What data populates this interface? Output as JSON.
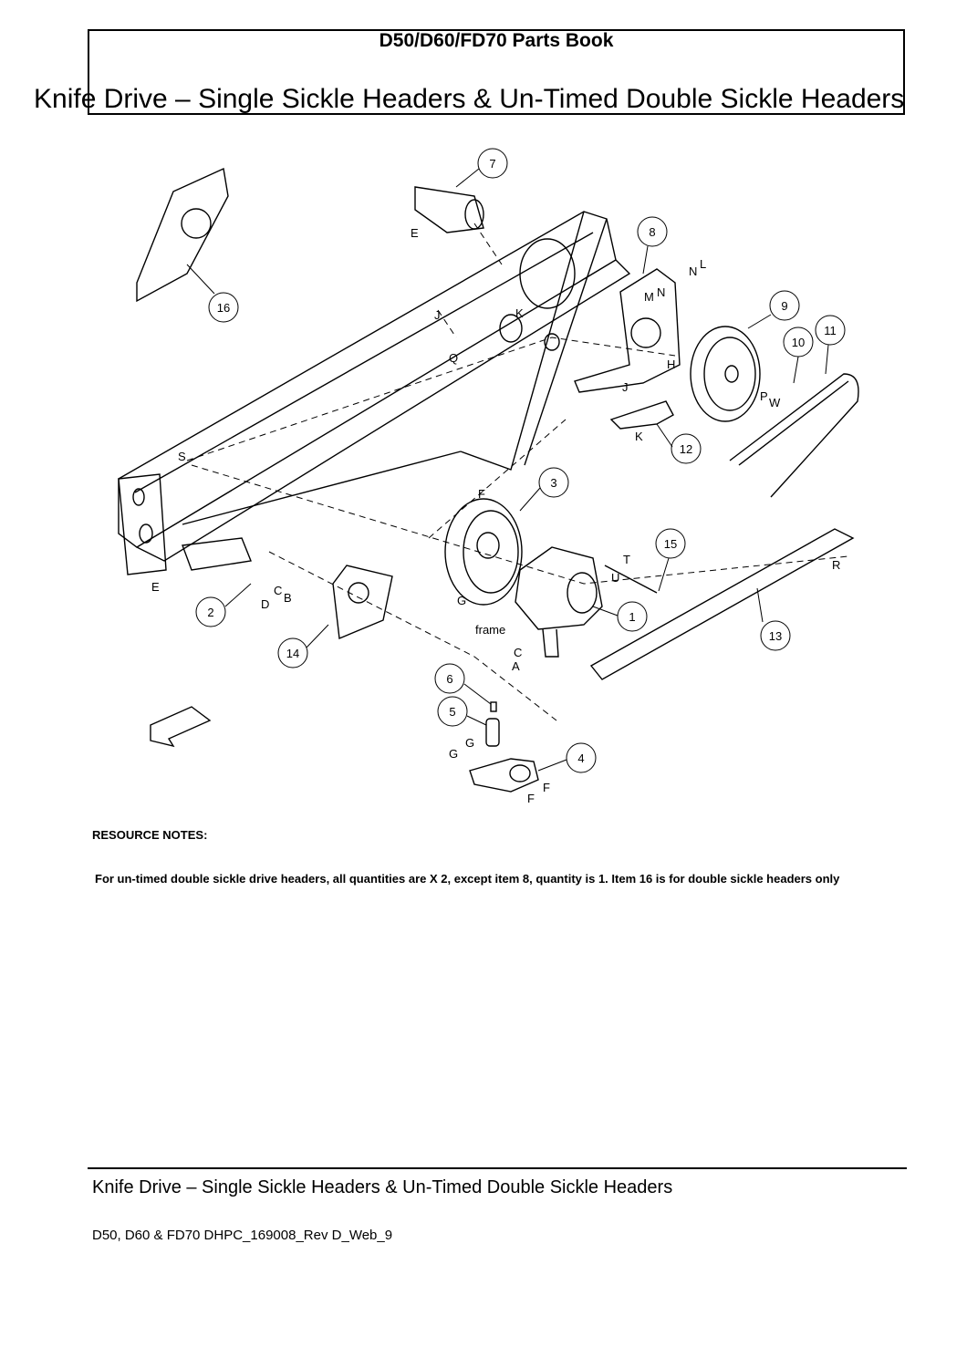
{
  "header": {
    "book_title": "D50/D60/FD70 Parts Book",
    "page_title": "Knife Drive – Single Sickle Headers & Un-Timed Double Sickle Headers"
  },
  "diagram": {
    "callouts": [
      "1",
      "2",
      "3",
      "4",
      "5",
      "6",
      "7",
      "8",
      "9",
      "10",
      "11",
      "12",
      "13",
      "14",
      "15",
      "16"
    ],
    "letters": [
      "A",
      "B",
      "C",
      "D",
      "E",
      "F",
      "G",
      "H",
      "J",
      "K",
      "L",
      "M",
      "N",
      "P",
      "Q",
      "R",
      "S",
      "T",
      "U",
      "W"
    ],
    "frame_label": "frame"
  },
  "notes": {
    "title": "RESOURCE NOTES:",
    "text": "For un-timed double sickle drive headers, all quantities are X 2, except item 8, quantity is 1. Item 16 is for double sickle headers only"
  },
  "footer": {
    "title": "Knife Drive – Single Sickle Headers & Un-Timed Double Sickle Headers",
    "doc_id": "D50, D60 & FD70 DHPC_169008_Rev D_Web_9"
  }
}
